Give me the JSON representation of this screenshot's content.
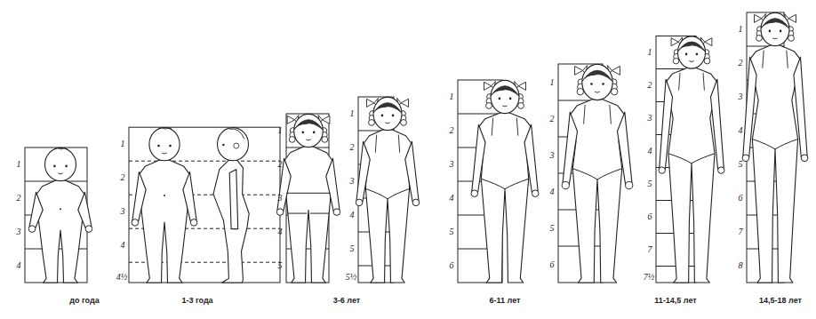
{
  "diagram": {
    "labels": [
      "1",
      "2",
      "3",
      "4",
      "до года",
      "1",
      "2",
      "3",
      "4",
      "4½",
      "1-3 года",
      "1",
      "2",
      "3",
      "4",
      "5",
      "1",
      "2",
      "3",
      "4",
      "5",
      "5½",
      "3-6 лет",
      "1",
      "2",
      "3",
      "4",
      "5",
      "6",
      "1",
      "2",
      "3",
      "4",
      "5",
      "6",
      "6-11 лет",
      "1",
      "2",
      "3",
      "4",
      "5",
      "6",
      "7",
      "7½",
      "11-14,5 лет",
      "1",
      "2",
      "3",
      "4",
      "5",
      "6",
      "7",
      "8",
      "14,5-18 лет"
    ]
  }
}
